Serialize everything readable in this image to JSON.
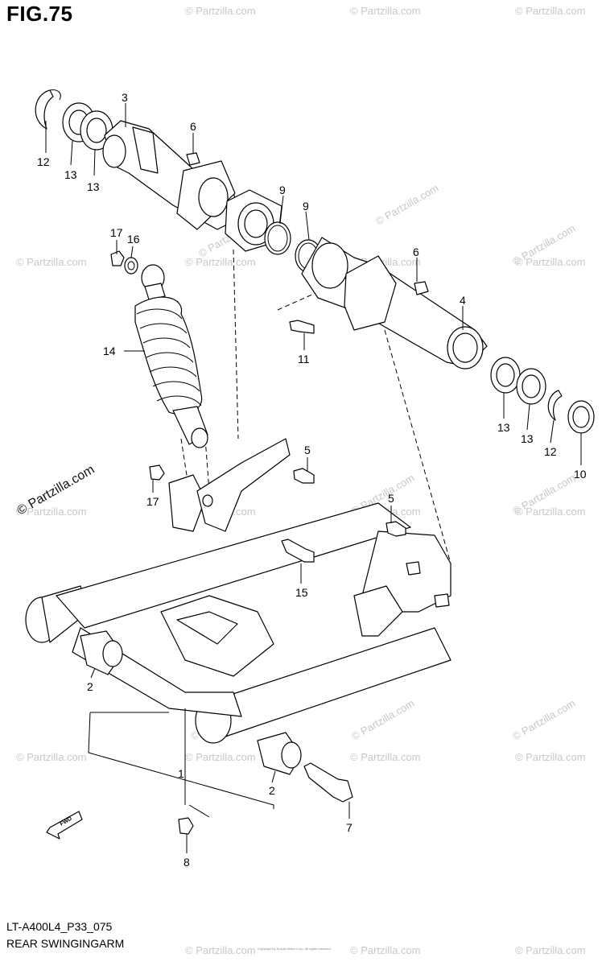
{
  "figure": {
    "title": "FIG.75"
  },
  "footer": {
    "model": "LT-A400L4_P33_075",
    "name": "REAR SWINGINGARM",
    "fine_print": "Copyright by Suzuki Motor Corp. All rights reserved."
  },
  "watermark": {
    "text": "© Partzilla.com",
    "side_text": "© Partzilla.com"
  },
  "fwd_label": "FWD",
  "callouts": [
    {
      "id": "c12a",
      "num": "12"
    },
    {
      "id": "c13a",
      "num": "13"
    },
    {
      "id": "c13b",
      "num": "13"
    },
    {
      "id": "c3",
      "num": "3"
    },
    {
      "id": "c6a",
      "num": "6"
    },
    {
      "id": "c9a",
      "num": "9"
    },
    {
      "id": "c9b",
      "num": "9"
    },
    {
      "id": "c6b",
      "num": "6"
    },
    {
      "id": "c4",
      "num": "4"
    },
    {
      "id": "c17a",
      "num": "17"
    },
    {
      "id": "c16",
      "num": "16"
    },
    {
      "id": "c11",
      "num": "11"
    },
    {
      "id": "c14",
      "num": "14"
    },
    {
      "id": "c13c",
      "num": "13"
    },
    {
      "id": "c13d",
      "num": "13"
    },
    {
      "id": "c12b",
      "num": "12"
    },
    {
      "id": "c10",
      "num": "10"
    },
    {
      "id": "c5a",
      "num": "5"
    },
    {
      "id": "c17b",
      "num": "17"
    },
    {
      "id": "c5b",
      "num": "5"
    },
    {
      "id": "c15",
      "num": "15"
    },
    {
      "id": "c2a",
      "num": "2"
    },
    {
      "id": "c1",
      "num": "1"
    },
    {
      "id": "c2b",
      "num": "2"
    },
    {
      "id": "c7",
      "num": "7"
    },
    {
      "id": "c8",
      "num": "8"
    }
  ]
}
